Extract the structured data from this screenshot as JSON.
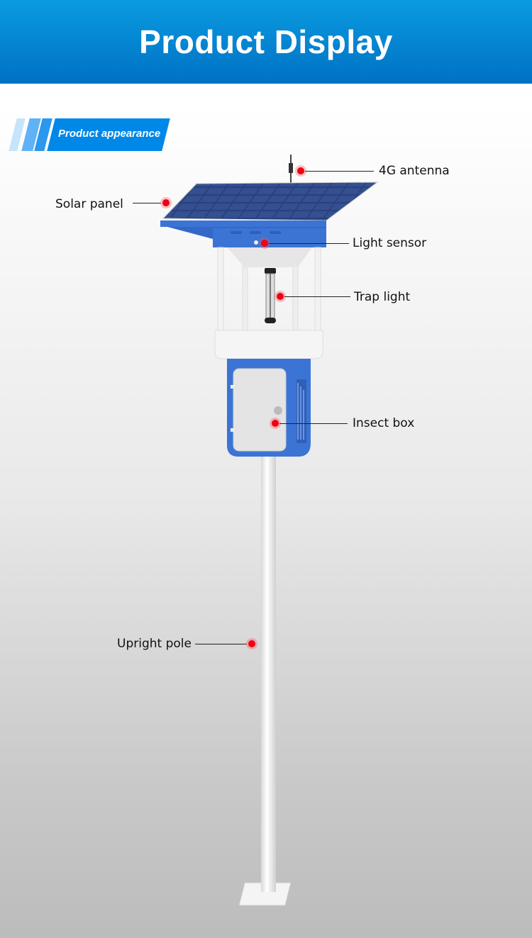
{
  "header": {
    "title": "Product Display"
  },
  "section": {
    "badge": "Product appearance"
  },
  "callouts": {
    "antenna": "4G antenna",
    "solar_panel": "Solar panel",
    "light_sensor": "Light sensor",
    "trap_light": "Trap light",
    "insect_box": "Insect box",
    "upright_pole": "Upright pole"
  },
  "colors": {
    "brand": "#0088e8",
    "device_blue": "#3b74d4",
    "marker": "#f00012"
  }
}
